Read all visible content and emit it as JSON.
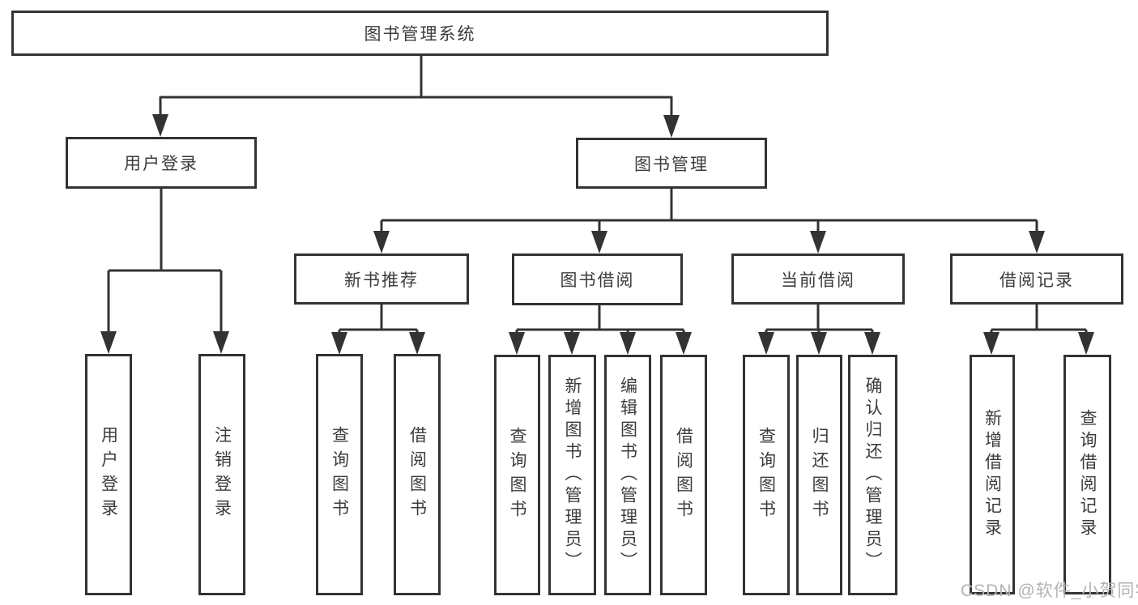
{
  "diagram": {
    "root": {
      "label": "图书管理系统"
    },
    "level2": [
      {
        "label": "用户登录"
      },
      {
        "label": "图书管理"
      }
    ],
    "level3": [
      {
        "label": "新书推荐"
      },
      {
        "label": "图书借阅"
      },
      {
        "label": "当前借阅"
      },
      {
        "label": "借阅记录"
      }
    ],
    "leaves": {
      "user_login": [
        {
          "label": "用户登录"
        },
        {
          "label": "注销登录"
        }
      ],
      "new_book": [
        {
          "label": "查询图书"
        },
        {
          "label": "借阅图书"
        }
      ],
      "book_borrow": [
        {
          "label": "查询图书"
        },
        {
          "label": "新增图书（管理员）"
        },
        {
          "label": "编辑图书（管理员）"
        },
        {
          "label": "借阅图书"
        }
      ],
      "current_borrow": [
        {
          "label": "查询图书"
        },
        {
          "label": "归还图书"
        },
        {
          "label": "确认归还（管理员）"
        }
      ],
      "borrow_records": [
        {
          "label": "新增借阅记录"
        },
        {
          "label": "查询借阅记录"
        }
      ]
    }
  },
  "watermark": {
    "text": "CSDN @软件_小贺同学"
  },
  "colors": {
    "line": "#333333",
    "box_border": "#333333",
    "text": "#3c3c3c",
    "watermark": "#b3b3b3",
    "background": "#ffffff"
  }
}
